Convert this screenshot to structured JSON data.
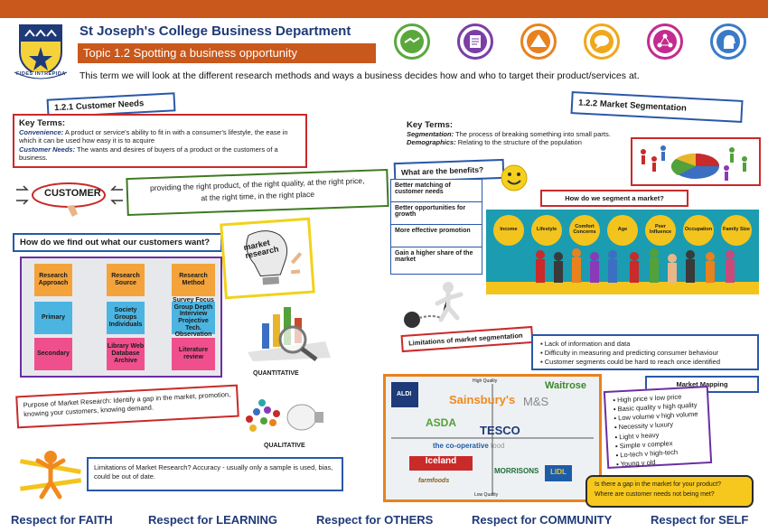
{
  "header": {
    "crest_motto": "FIDES INTREPIDA",
    "title": "St Joseph's College Business Department",
    "topic": "Topic 1.2 Spotting a business opportunity",
    "intro": "This term we will look at the different research methods and ways a business decides how and who to target their product/services at."
  },
  "value_icons": [
    {
      "name": "handshake-icon",
      "color": "#5aa83c"
    },
    {
      "name": "book-icon",
      "color": "#7b3ea6"
    },
    {
      "name": "mountain-icon",
      "color": "#e8821e"
    },
    {
      "name": "speech-icon",
      "color": "#f0a81a"
    },
    {
      "name": "network-icon",
      "color": "#c42a8f"
    },
    {
      "name": "head-icon",
      "color": "#3a7bc8"
    }
  ],
  "customer_needs": {
    "heading": "1.2.1 Customer Needs",
    "key_terms_title": "Key Terms:",
    "term1": "Convenience:",
    "def1": " A product or service's ability to fit in with a consumer's lifestyle, the ease in which it can be used how easy it is to acquire",
    "term2": "Customer Needs:",
    "def2": " The wants and desires of buyers of a product or the customers of a business.",
    "customer_word": "CUSTOMER",
    "right_product_line1": "providing the right product, of the right quality, at the right price,",
    "right_product_line2": "at the right time, in the right place"
  },
  "find_out": {
    "heading": "How do we find out what our customers want?",
    "stickies": [
      {
        "label": "Research Approach",
        "color": "#f3a33a"
      },
      {
        "label": "Research Source",
        "color": "#f3a33a"
      },
      {
        "label": "Research Method",
        "color": "#f3a33a"
      },
      {
        "label": "Primary",
        "color": "#4cb4e0"
      },
      {
        "label": "Society Groups Individuals",
        "color": "#4cb4e0"
      },
      {
        "label": "Survey Focus Group Depth Interview Projective Tech. Observation",
        "color": "#4cb4e0"
      },
      {
        "label": "Secondary",
        "color": "#ef4f8c"
      },
      {
        "label": "Library Web Database Archive",
        "color": "#ef4f8c"
      },
      {
        "label": "Literature review",
        "color": "#ef4f8c"
      }
    ],
    "market_research_word": "market research",
    "quantitative": "QUANTITATIVE",
    "qualitative": "QUALITATIVE",
    "purpose": "Purpose of Market Research: Identify a gap in the market, promotion, knowing your customers, knowing demand.",
    "limitations": "Limitations of Market Research? Accuracy - usually only a sample is used, bias, could be out of date."
  },
  "segmentation": {
    "heading": "1.2.2 Market Segmentation",
    "key_terms_title": "Key Terms:",
    "term1": "Segmentation:",
    "def1": " The process of breaking something into small parts.",
    "term2": "Demographics:",
    "def2": " Relating to the structure of the population",
    "benefits_heading": "What are the benefits?",
    "benefits": [
      "Better matching of customer needs",
      "Better opportunities for growth",
      "More effective promotion",
      "Gain a higher share of the market"
    ],
    "how_segment_heading": "How do we segment a market?",
    "segments": [
      "Income",
      "Lifestyle",
      "Comfort Concerns",
      "Age",
      "Peer Influence",
      "Occupation",
      "Family Size"
    ],
    "limitations_heading": "Limitations of market segmentation",
    "limitations": [
      "Lack of information and data",
      "Difficulty in measuring and predicting consumer behaviour",
      "Customer segments could be hard to reach once identified"
    ]
  },
  "mapping": {
    "heading": "Market Mapping",
    "items": [
      "High price v low price",
      "Basic quality v high quality",
      "Low volume v high volume",
      "Necessity v luxury",
      "Light v heavy",
      "Simple v complex",
      "Lo-tech v high-tech",
      "Young v old"
    ],
    "high_quality": "High Quality",
    "low_quality": "Low Quality",
    "stores": {
      "aldi": "ALDI",
      "sainsburys": "Sainsbury's",
      "ms": "M&S",
      "waitrose": "Waitrose",
      "asda": "ASDA",
      "tesco": "TESCO",
      "coop": "the co-operative",
      "coop_food": "food",
      "iceland": "Iceland",
      "morrisons": "MORRISONS",
      "lidl": "LIDL",
      "farmfoods": "farmfoods"
    },
    "question1": "Is there a gap in the market for your product?",
    "question2": "Where are customer needs not being met?"
  },
  "footer": [
    "Respect for FAITH",
    "Respect for LEARNING",
    "Respect for OTHERS",
    "Respect for COMMUNITY",
    "Respect for SELF"
  ]
}
